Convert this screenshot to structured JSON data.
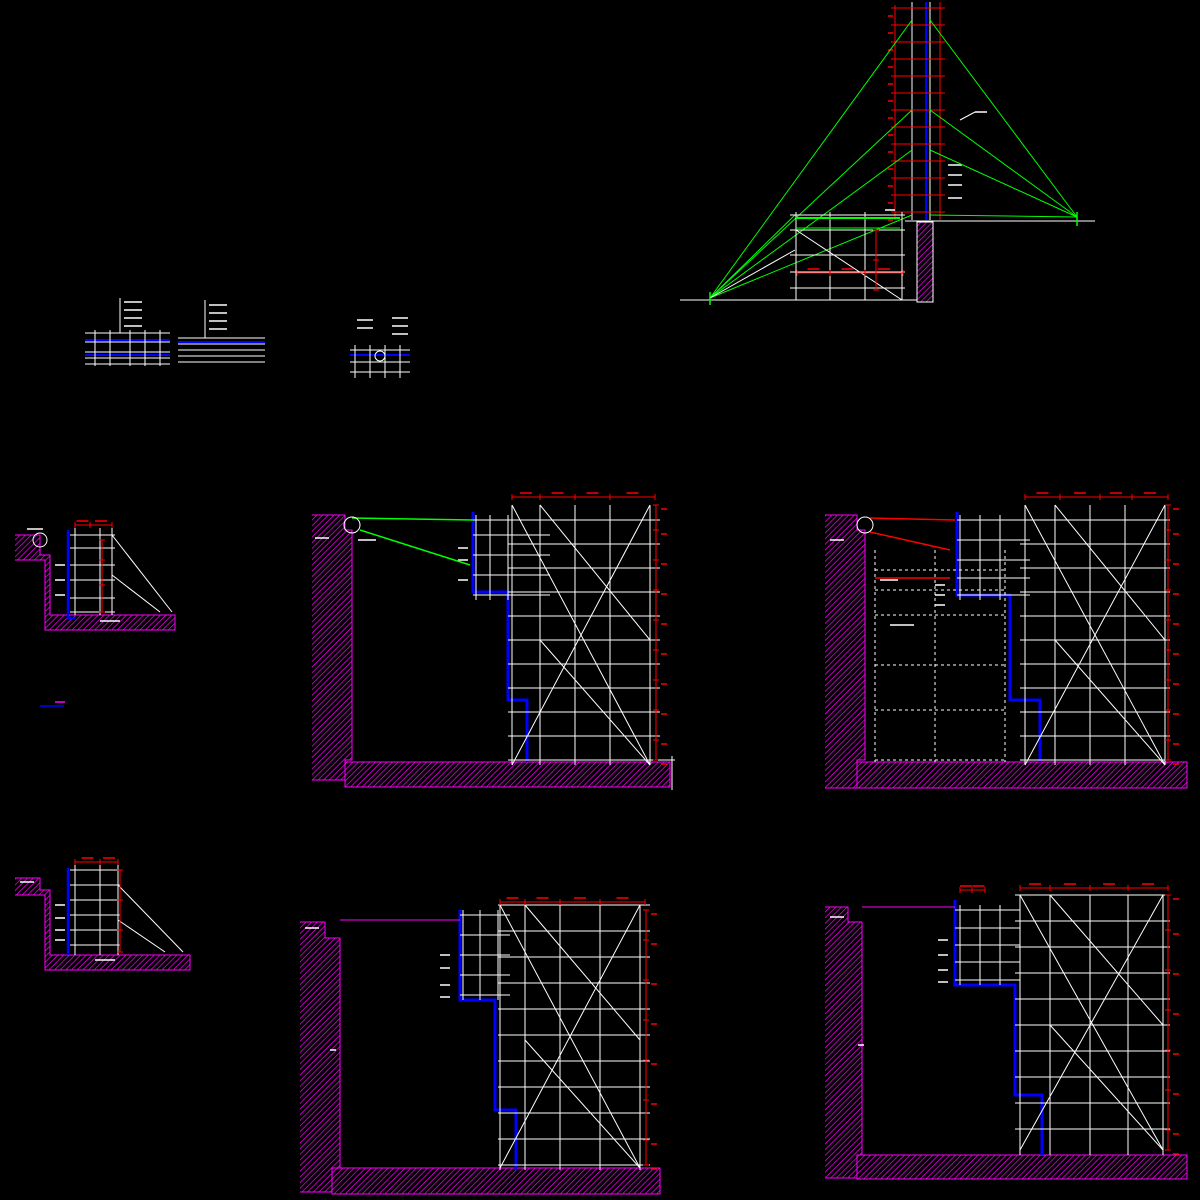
{
  "document": {
    "type": "CAD drawing sheet (black model space)",
    "visible_text": "Tiny labels are not legible at this resolution; annotations rendered as short text-stub lines"
  },
  "colors": {
    "background": "#000000",
    "scaffold": "#ffffff",
    "wall_hatch": "#ff00ff",
    "formwork": "#0000ff",
    "dimension": "#ff0000",
    "tie_line": "#00ff00",
    "dashed_temp": "#ffffff"
  },
  "views": [
    {
      "id": "mast-elevation",
      "role": "tower mast with green guy-wires"
    },
    {
      "id": "detail-a",
      "role": "small layer detail"
    },
    {
      "id": "detail-b",
      "role": "small layer detail"
    },
    {
      "id": "detail-c",
      "role": "small joint detail"
    },
    {
      "id": "section-1",
      "role": "small retaining wall section, upper"
    },
    {
      "id": "section-2",
      "role": "large scaffold section with tie"
    },
    {
      "id": "section-3",
      "role": "large scaffold section with dashed shoring"
    },
    {
      "id": "section-4",
      "role": "small retaining wall section, lower"
    },
    {
      "id": "section-5",
      "role": "large scaffold section, lower middle"
    },
    {
      "id": "section-6",
      "role": "large scaffold section, lower right"
    }
  ]
}
